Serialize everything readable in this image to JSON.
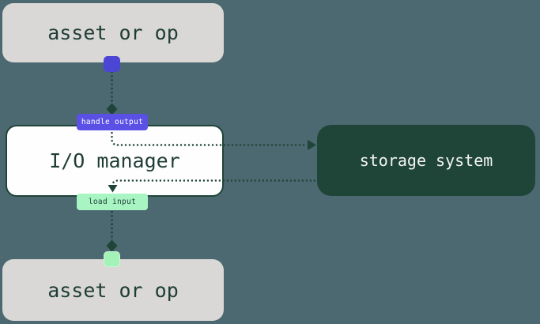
{
  "diagram": {
    "title": "io-manager-flow",
    "nodes": {
      "asset_top": {
        "label": "asset or op"
      },
      "io_manager": {
        "label": "I/O manager"
      },
      "storage_system": {
        "label": "storage system"
      },
      "asset_bottom": {
        "label": "asset or op"
      }
    },
    "badges": {
      "handle_output": {
        "label": "handle output"
      },
      "load_input": {
        "label": "load input"
      }
    },
    "edges": [
      {
        "from": "asset_top",
        "to": "handle_output",
        "style": "dotted",
        "end": "diamond"
      },
      {
        "from": "handle_output",
        "to": "storage_system",
        "style": "dotted",
        "end": "arrow-right"
      },
      {
        "from": "storage_system",
        "to": "load_input",
        "style": "dotted",
        "end": "arrow-down"
      },
      {
        "from": "load_input",
        "to": "asset_bottom",
        "style": "dotted",
        "end": "diamond"
      }
    ],
    "colors": {
      "background": "#4C6870",
      "asset_box": "#D9D8D6",
      "io_box": "#FEFEFE",
      "dark_green": "#1F4539",
      "purple_handle": "#4C46D4",
      "purple_badge": "#5B50E6",
      "green_handle": "#A3F2B8",
      "green_badge": "#A8F5C3",
      "text_dark": "#1F3D35",
      "text_light": "#F4F4F2"
    }
  }
}
